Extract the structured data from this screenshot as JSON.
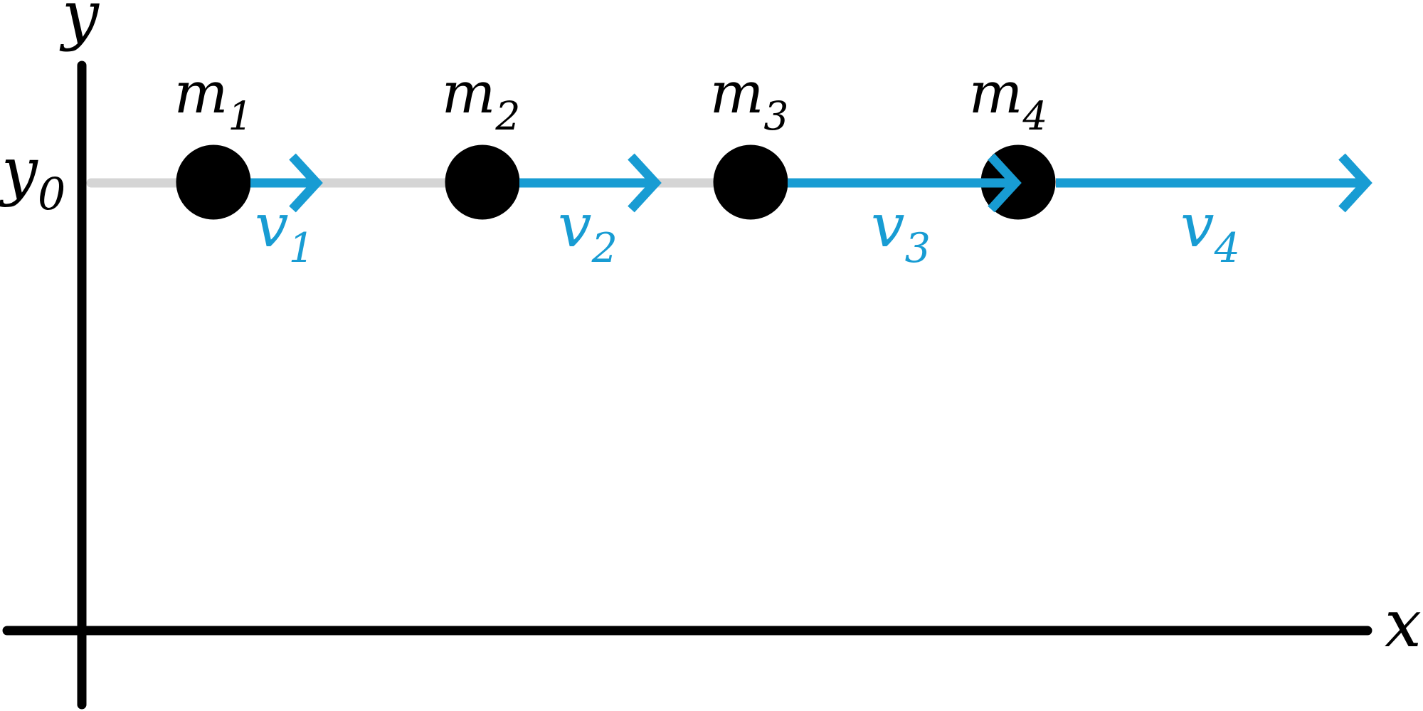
{
  "figure": {
    "description": "Four point masses on a horizontal line y0 moving along +x with increasing velocities",
    "colors": {
      "background": "#FFFFFF",
      "ink_black": "#000000",
      "accent_blue": "#189CD3",
      "track_gray": "#D5D5D5"
    }
  },
  "axes": {
    "x_label": "x",
    "y_label": "y",
    "origin_label": {
      "main": "y",
      "sub": "0"
    }
  },
  "masses": [
    {
      "label": "m",
      "sub": "1"
    },
    {
      "label": "m",
      "sub": "2"
    },
    {
      "label": "m",
      "sub": "3"
    },
    {
      "label": "m",
      "sub": "4"
    }
  ],
  "velocities": [
    {
      "label": "v",
      "sub": "1"
    },
    {
      "label": "v",
      "sub": "2"
    },
    {
      "label": "v",
      "sub": "3"
    },
    {
      "label": "v",
      "sub": "4"
    }
  ]
}
